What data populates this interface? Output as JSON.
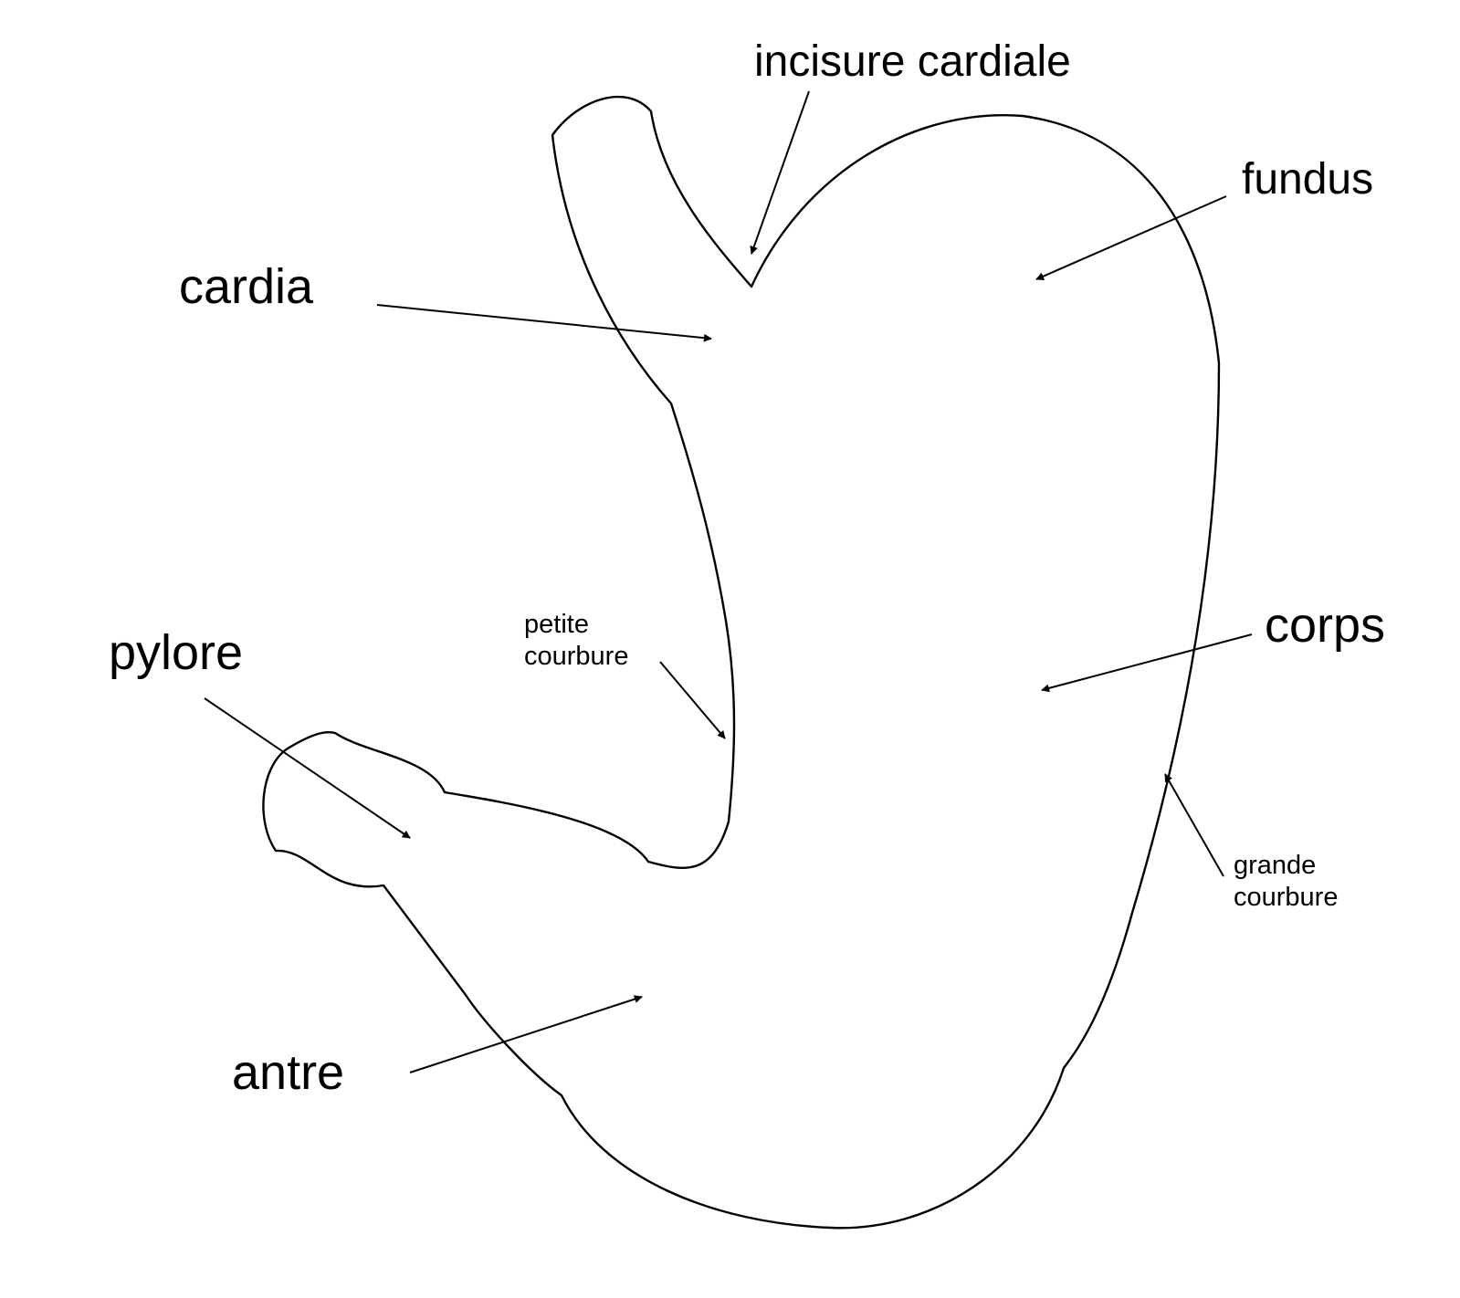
{
  "labels": {
    "incisure": "incisure cardiale",
    "fundus": "fundus",
    "cardia": "cardia",
    "corps": "corps",
    "pylore": "pylore",
    "petite_line1": "petite",
    "petite_line2": "courbure",
    "grande_line1": "grande",
    "grande_line2": "courbure",
    "antre": "antre"
  },
  "colors": {
    "stroke": "#000000",
    "background": "#ffffff"
  }
}
